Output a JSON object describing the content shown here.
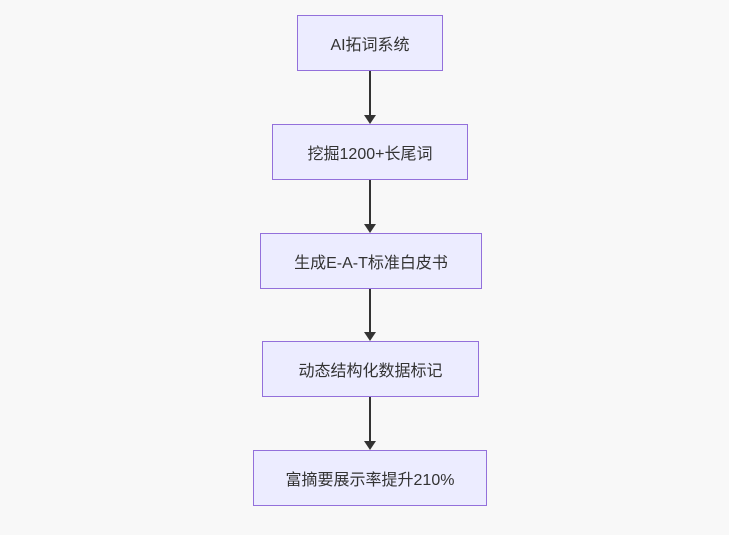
{
  "diagram": {
    "type": "flowchart",
    "direction": "top-down",
    "nodes": [
      {
        "id": "node-0",
        "label": "AI拓词系统"
      },
      {
        "id": "node-1",
        "label": "挖掘1200+长尾词"
      },
      {
        "id": "node-2",
        "label": "生成E-A-T标准白皮书"
      },
      {
        "id": "node-3",
        "label": "动态结构化数据标记"
      },
      {
        "id": "node-4",
        "label": "富摘要展示率提升210%"
      }
    ],
    "edges": [
      {
        "from": "node-0",
        "to": "node-1"
      },
      {
        "from": "node-1",
        "to": "node-2"
      },
      {
        "from": "node-2",
        "to": "node-3"
      },
      {
        "from": "node-3",
        "to": "node-4"
      }
    ],
    "colors": {
      "background": "#f8f8f8",
      "node_fill": "#ececff",
      "node_border": "#9370db",
      "node_text": "#333333",
      "arrow": "#333333"
    }
  }
}
